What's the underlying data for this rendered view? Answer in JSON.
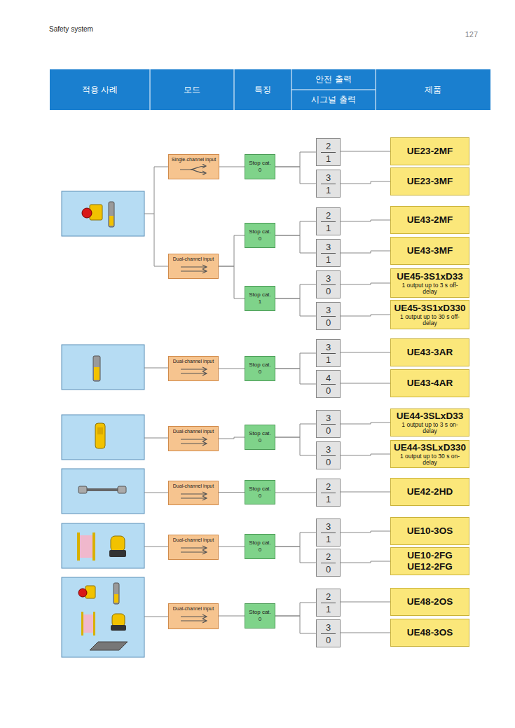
{
  "diagram": {
    "nodes": [
      {
        "text": [
          "Single-channel input"
        ]
      },
      {
        "text": [
          "Stop cat.",
          "0"
        ]
      },
      {
        "text": [
          "2",
          "1"
        ]
      },
      {
        "text": [
          "UE23-2MF"
        ]
      },
      {
        "text": [
          "3",
          "1"
        ]
      },
      {
        "text": [
          "UE23-3MF"
        ]
      },
      {
        "text": [
          "Dual-channel input"
        ]
      },
      {
        "text": [
          "Stop cat.",
          "0"
        ]
      },
      {
        "text": [
          "2",
          "1"
        ]
      },
      {
        "text": [
          "UE43-2MF"
        ]
      },
      {
        "text": [
          "3",
          "1"
        ]
      },
      {
        "text": [
          "UE43-3MF"
        ]
      },
      {
        "text": [
          "Stop cat.",
          "1"
        ]
      },
      {
        "text": [
          "3",
          "0"
        ]
      },
      {
        "text": [
          "UE45-3S1xD33",
          "1 output up to 3 s off-delay"
        ]
      },
      {
        "text": [
          "3",
          "0"
        ]
      },
      {
        "text": [
          "UE45-3S1xD330",
          "1 output up to 30 s off-delay"
        ]
      },
      {
        "text": [
          "Dual-channel input"
        ]
      },
      {
        "text": [
          "Stop cat.",
          "0"
        ]
      },
      {
        "text": [
          "3",
          "1"
        ]
      },
      {
        "text": [
          "UE43-3AR"
        ]
      },
      {
        "text": [
          "4",
          "0"
        ]
      },
      {
        "text": [
          "UE43-4AR"
        ]
      },
      {
        "text": [
          "Dual-channel input"
        ]
      },
      {
        "text": [
          "Stop cat.",
          "0"
        ]
      },
      {
        "text": [
          "3",
          "0"
        ]
      },
      {
        "text": [
          "UE44-3SLxD33",
          "1 output up to 3 s on-delay"
        ]
      },
      {
        "text": [
          "3",
          "0"
        ]
      },
      {
        "text": [
          "UE44-3SLxD330",
          "1 output up to 30 s on-delay"
        ]
      },
      {
        "text": [
          "Dual-channel input"
        ]
      },
      {
        "text": [
          "Stop cat.",
          "0"
        ]
      },
      {
        "text": [
          "2",
          "1"
        ]
      },
      {
        "text": [
          "UE42-2HD"
        ]
      },
      {
        "text": [
          "Dual-channel input"
        ]
      },
      {
        "text": [
          "Stop cat.",
          "0"
        ]
      },
      {
        "text": [
          "3",
          "1"
        ]
      },
      {
        "text": [
          "UE10-3OS"
        ]
      },
      {
        "text": [
          "2",
          "0"
        ]
      },
      {
        "text": [
          "UE10-2FG",
          "UE12-2FG"
        ]
      },
      {
        "text": [
          "Dual-channel input"
        ]
      },
      {
        "text": [
          "Stop cat.",
          "0"
        ]
      },
      {
        "text": [
          "2",
          "1"
        ]
      },
      {
        "text": [
          "UE48-2OS"
        ]
      },
      {
        "text": [
          "3",
          "0"
        ]
      },
      {
        "text": [
          "UE48-3OS"
        ]
      }
    ],
    "edges": [
      {
        "from": 0,
        "to": 1,
        "arrow": "none"
      },
      {
        "from": 1,
        "to": 2,
        "arrow": "none"
      },
      {
        "from": 1,
        "to": 4,
        "arrow": "none"
      },
      {
        "from": 2,
        "to": 3,
        "arrow": "none"
      },
      {
        "from": 4,
        "to": 5,
        "arrow": "none"
      },
      {
        "from": 6,
        "to": 7,
        "arrow": "none"
      },
      {
        "from": 6,
        "to": 12,
        "arrow": "none"
      },
      {
        "from": 7,
        "to": 8,
        "arrow": "none"
      },
      {
        "from": 7,
        "to": 10,
        "arrow": "none"
      },
      {
        "from": 8,
        "to": 9,
        "arrow": "none"
      },
      {
        "from": 10,
        "to": 11,
        "arrow": "none"
      },
      {
        "from": 12,
        "to": 13,
        "arrow": "none"
      },
      {
        "from": 12,
        "to": 15,
        "arrow": "none"
      },
      {
        "from": 13,
        "to": 14,
        "arrow": "none"
      },
      {
        "from": 15,
        "to": 16,
        "arrow": "none"
      },
      {
        "from": 17,
        "to": 18,
        "arrow": "none"
      },
      {
        "from": 18,
        "to": 19,
        "arrow": "none"
      },
      {
        "from": 18,
        "to": 21,
        "arrow": "none"
      },
      {
        "from": 19,
        "to": 20,
        "arrow": "none"
      },
      {
        "from": 21,
        "to": 22,
        "arrow": "none"
      },
      {
        "from": 23,
        "to": 24,
        "arrow": "none"
      },
      {
        "from": 24,
        "to": 25,
        "arrow": "none"
      },
      {
        "from": 24,
        "to": 27,
        "arrow": "none"
      },
      {
        "from": 25,
        "to": 26,
        "arrow": "none"
      },
      {
        "from": 27,
        "to": 28,
        "arrow": "none"
      },
      {
        "from": 29,
        "to": 30,
        "arrow": "none"
      },
      {
        "from": 30,
        "to": 31,
        "arrow": "none"
      },
      {
        "from": 31,
        "to": 32,
        "arrow": "none"
      },
      {
        "from": 33,
        "to": 34,
        "arrow": "none"
      },
      {
        "from": 34,
        "to": 35,
        "arrow": "none"
      },
      {
        "from": 34,
        "to": 37,
        "arrow": "none"
      },
      {
        "from": 35,
        "to": 36,
        "arrow": "none"
      },
      {
        "from": 37,
        "to": 38,
        "arrow": "none"
      },
      {
        "from": 39,
        "to": 40,
        "arrow": "none"
      },
      {
        "from": 40,
        "to": 41,
        "arrow": "none"
      },
      {
        "from": 40,
        "to": 43,
        "arrow": "none"
      },
      {
        "from": 41,
        "to": 42,
        "arrow": "none"
      },
      {
        "from": 43,
        "to": 44,
        "arrow": "none"
      }
    ],
    "labels": [
      "Safety system",
      "127",
      "적용 사례",
      "모드",
      "특징",
      "안전 출력",
      "시그널 출력",
      "제품"
    ]
  }
}
